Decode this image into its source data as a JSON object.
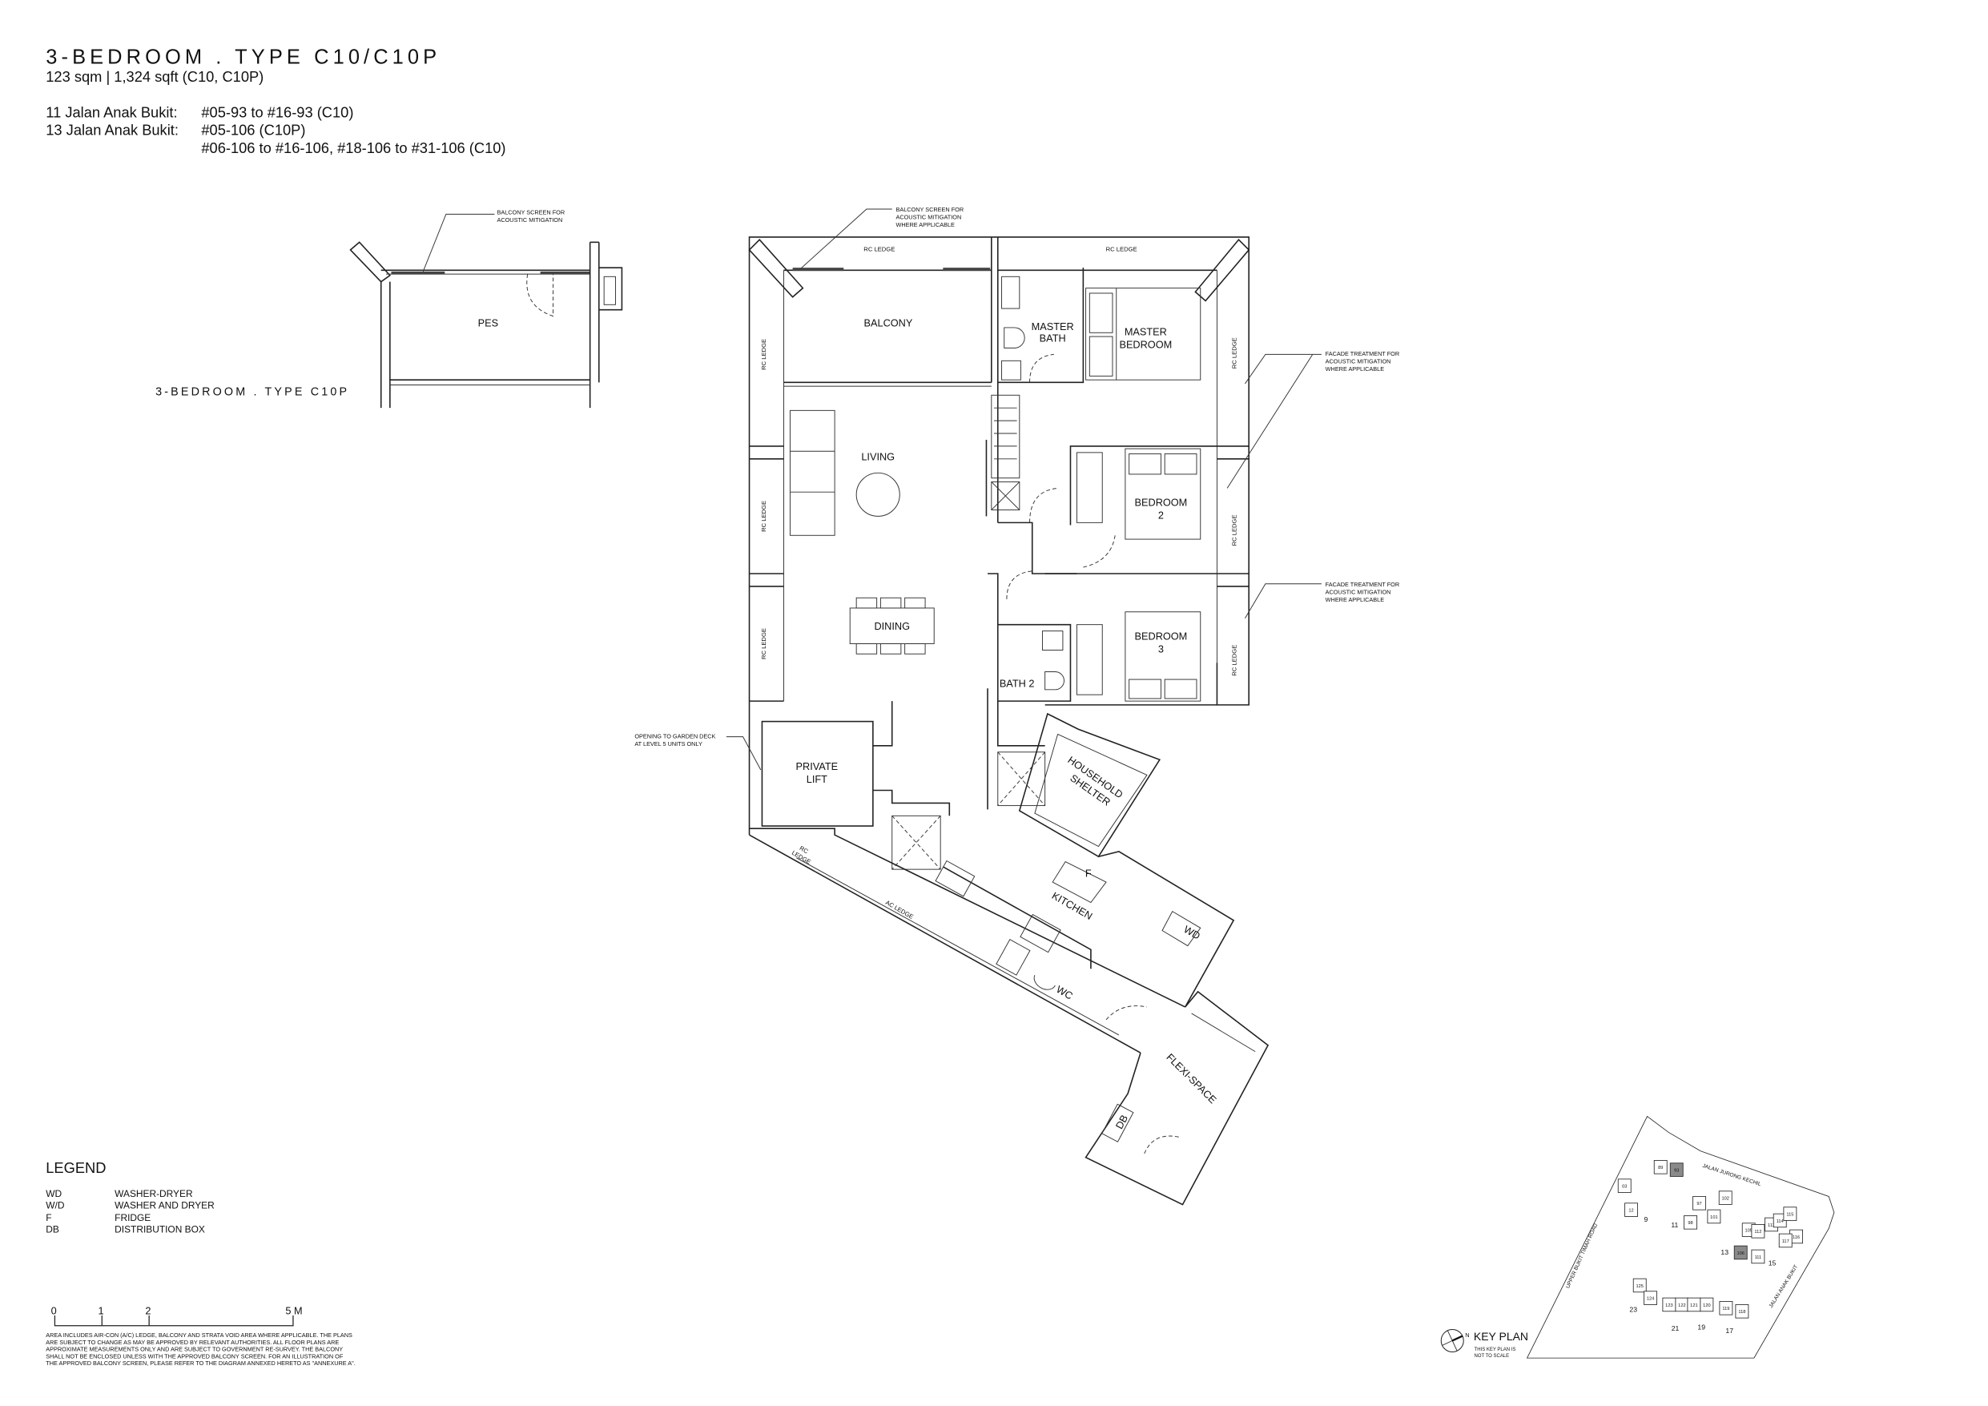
{
  "header": {
    "title": "3-BEDROOM . TYPE C10/C10P",
    "area": "123 sqm | 1,324 sqft (C10, C10P)",
    "addresses": [
      {
        "label": "11 Jalan Anak Bukit:",
        "units": "#05-93 to #16-93 (C10)"
      },
      {
        "label": "13 Jalan Anak Bukit:",
        "units": "#05-106 (C10P)"
      },
      {
        "label": "",
        "units": "#06-106 to #16-106, #18-106 to #31-106 (C10)"
      }
    ]
  },
  "pes_plan": {
    "caption": "3-BEDROOM . TYPE C10P",
    "room": "PES",
    "note": [
      "BALCONY SCREEN FOR",
      "ACOUSTIC MITIGATION"
    ]
  },
  "plan": {
    "rooms": {
      "balcony": "BALCONY",
      "master_bath": [
        "MASTER",
        "BATH"
      ],
      "master_bedroom": [
        "MASTER",
        "BEDROOM"
      ],
      "living": "LIVING",
      "bedroom2": [
        "BEDROOM",
        "2"
      ],
      "dining": "DINING",
      "bedroom3": [
        "BEDROOM",
        "3"
      ],
      "bath2": "BATH 2",
      "private_lift": [
        "PRIVATE",
        "LIFT"
      ],
      "household_shelter": [
        "HOUSEHOLD",
        "SHELTER"
      ],
      "kitchen": "KITCHEN",
      "fridge": "F",
      "washer_dryer": "WD",
      "wc": "WC",
      "flexi_space": "FLEXI-SPACE",
      "distribution_box": "DB"
    },
    "ledges": {
      "rc": "RC LEDGE",
      "ac": "AC LEDGE",
      "rc_lines": [
        "RC",
        "LEDGE"
      ]
    },
    "notes": {
      "balcony_screen": [
        "BALCONY SCREEN FOR",
        "ACOUSTIC MITIGATION",
        "WHERE APPLICABLE"
      ],
      "facade": [
        "FACADE TREATMENT FOR",
        "ACOUSTIC MITIGATION",
        "WHERE APPLICABLE"
      ],
      "garden_deck": [
        "OPENING TO GARDEN DECK",
        "AT LEVEL 5 UNITS ONLY"
      ]
    }
  },
  "legend": {
    "title": "LEGEND",
    "items": [
      {
        "code": "WD",
        "meaning": "WASHER-DRYER"
      },
      {
        "code": "W/D",
        "meaning": "WASHER AND DRYER"
      },
      {
        "code": "F",
        "meaning": "FRIDGE"
      },
      {
        "code": "DB",
        "meaning": "DISTRIBUTION BOX"
      }
    ]
  },
  "scale_bar": {
    "ticks": [
      "0",
      "1",
      "2",
      "5 M"
    ]
  },
  "disclaimer": [
    "AREA INCLUDES AIR-CON (A/C) LEDGE, BALCONY AND STRATA VOID AREA WHERE APPLICABLE. THE PLANS",
    "ARE SUBJECT TO CHANGE AS MAY BE APPROVED BY RELEVANT AUTHORITIES. ALL FLOOR PLANS ARE",
    "APPROXIMATE MEASUREMENTS ONLY AND ARE SUBJECT TO GOVERNMENT RE-SURVEY. THE BALCONY",
    "SHALL NOT BE ENCLOSED UNLESS WITH THE APPROVED BALCONY SCREEN. FOR AN ILLUSTRATION OF",
    "THE APPROVED BALCONY SCREEN, PLEASE REFER TO THE DIAGRAM ANNEXED HERETO AS \"ANNEXURE A\"."
  ],
  "key_plan": {
    "title": "KEY PLAN",
    "note": [
      "THIS KEY PLAN IS",
      "NOT TO SCALE"
    ],
    "north": "N",
    "roads": [
      "JALAN JURONG KECHIL",
      "UPPER BUKIT TIMAH ROAD",
      "JALAN ANAK BUKIT"
    ],
    "blocks": [
      "9",
      "11",
      "13",
      "15",
      "17",
      "19",
      "21",
      "23"
    ],
    "units": [
      "89",
      "93",
      "03",
      "12",
      "98",
      "97",
      "102",
      "101",
      "106",
      "105",
      "112",
      "111",
      "113",
      "114",
      "115",
      "116",
      "117",
      "125",
      "124",
      "123",
      "122",
      "121",
      "120",
      "119",
      "118"
    ],
    "highlighted_units": [
      "93",
      "106"
    ],
    "highlight_color": "#8a8a8a"
  }
}
